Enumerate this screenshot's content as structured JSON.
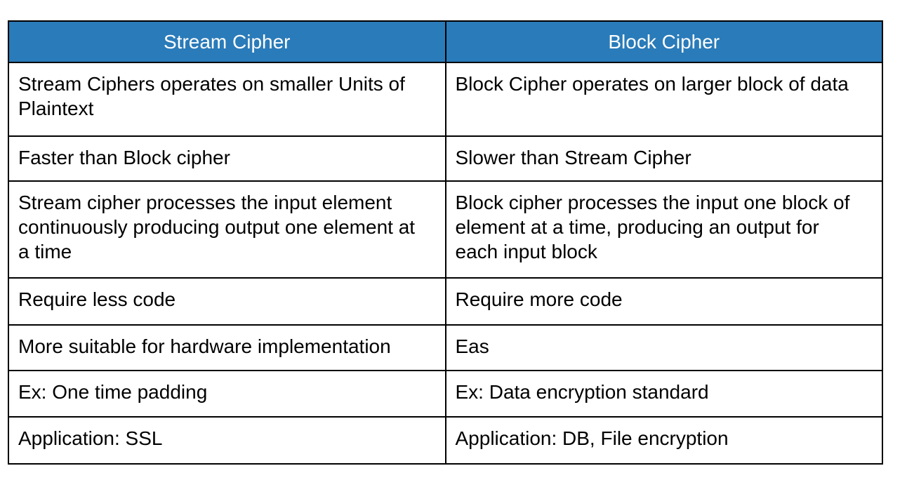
{
  "theme": {
    "page_bg": "#ffffff",
    "cell_bg": "#ffffff",
    "header_bg": "#2A7BB9",
    "header_text": "#ffffff",
    "body_text": "#000000",
    "border": "#000000"
  },
  "table": {
    "columns": [
      "Stream Cipher",
      "Block Cipher"
    ],
    "rows": [
      [
        "Stream Ciphers operates on smaller Units of Plaintext",
        "Block Cipher operates on larger block of data"
      ],
      [
        "Faster than Block cipher",
        "Slower than Stream Cipher"
      ],
      [
        "Stream cipher processes the input element continuously producing output one element at a time",
        "Block cipher processes the input one block of element at a time, producing an output for each input block"
      ],
      [
        "Require less code",
        "Require more code"
      ],
      [
        "More suitable for hardware implementation",
        "Eas"
      ],
      [
        "Ex: One time padding",
        "Ex: Data encryption standard"
      ],
      [
        "Application: SSL",
        "Application: DB, File encryption"
      ]
    ]
  }
}
